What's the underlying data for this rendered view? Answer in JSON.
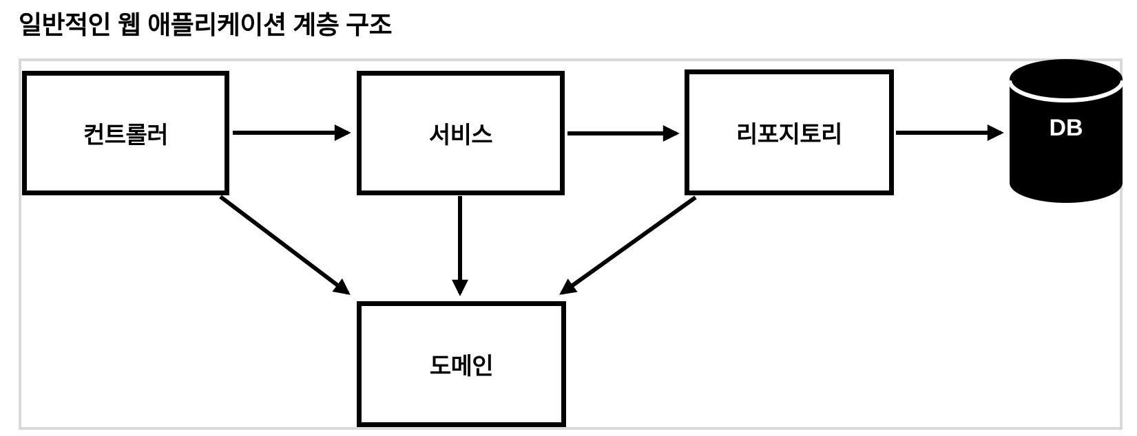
{
  "title": "일반적인 웹 애플리케이션 계층 구조",
  "diagram": {
    "type": "layered-architecture-flow",
    "nodes": [
      {
        "id": "controller",
        "label": "컨트롤러",
        "shape": "rectangle"
      },
      {
        "id": "service",
        "label": "서비스",
        "shape": "rectangle"
      },
      {
        "id": "repository",
        "label": "리포지토리",
        "shape": "rectangle"
      },
      {
        "id": "db",
        "label": "DB",
        "shape": "cylinder"
      },
      {
        "id": "domain",
        "label": "도메인",
        "shape": "rectangle"
      }
    ],
    "edges": [
      {
        "from": "controller",
        "to": "service"
      },
      {
        "from": "service",
        "to": "repository"
      },
      {
        "from": "repository",
        "to": "db"
      },
      {
        "from": "controller",
        "to": "domain"
      },
      {
        "from": "service",
        "to": "domain"
      },
      {
        "from": "repository",
        "to": "domain"
      }
    ],
    "colors": {
      "node_border": "#000000",
      "node_fill": "#ffffff",
      "text": "#000000",
      "db_fill": "#000000",
      "db_text": "#ffffff",
      "frame_border": "#d9d9d9",
      "arrow": "#000000"
    }
  }
}
